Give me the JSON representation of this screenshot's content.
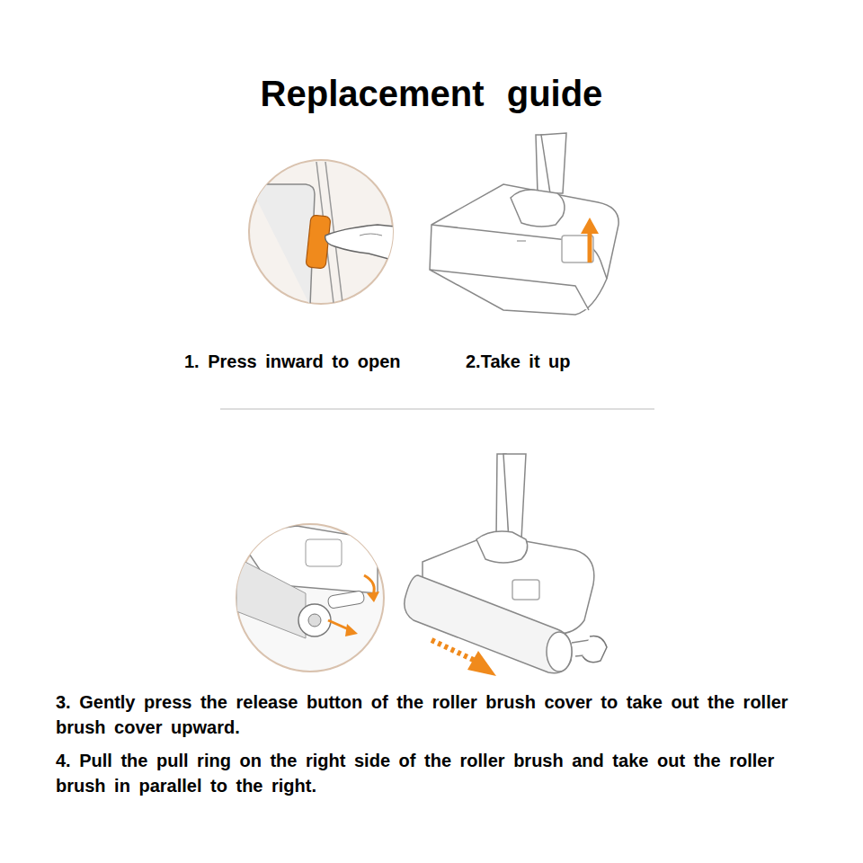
{
  "diagram": {
    "title": "Replacement guide",
    "labels": [
      "1. Press inward to open",
      "2.Take it up",
      "3. Gently press the release button of the roller brush cover to take out the roller brush cover upward.",
      "4. Pull the pull ring on the right side of the roller brush and take out the roller brush in parallel to the right."
    ]
  }
}
